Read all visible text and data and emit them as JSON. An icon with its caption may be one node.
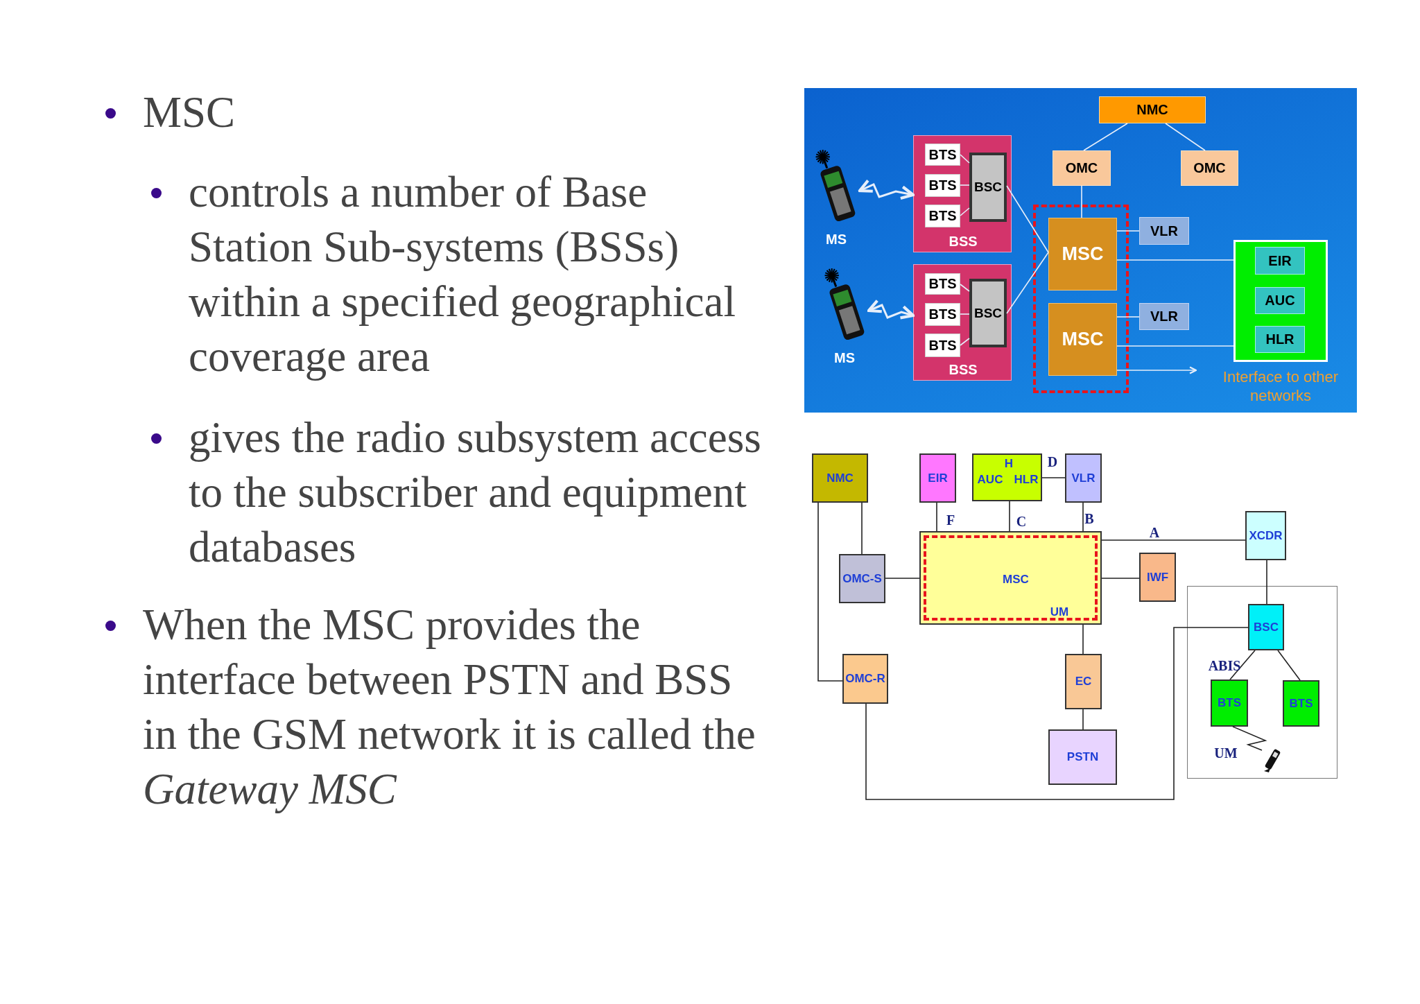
{
  "diagram": {
    "nodes": [
      {
        "text": [
          "NMC"
        ]
      },
      {
        "text": [
          "OMC"
        ]
      },
      {
        "text": [
          "OMC"
        ]
      },
      {
        "text": [
          "MS"
        ]
      },
      {
        "text": [
          "BSS"
        ]
      },
      {
        "text": [
          "BTS"
        ],
        "in": 4
      },
      {
        "text": [
          "BTS"
        ],
        "in": 4
      },
      {
        "text": [
          "BTS"
        ],
        "in": 4
      },
      {
        "text": [
          "BSC"
        ],
        "in": 4
      },
      {
        "text": [
          "MS"
        ]
      },
      {
        "text": [
          "BSS"
        ]
      },
      {
        "text": [
          "BTS"
        ],
        "in": 10
      },
      {
        "text": [
          "BTS"
        ],
        "in": 10
      },
      {
        "text": [
          "BTS"
        ],
        "in": 10
      },
      {
        "text": [
          "BSC"
        ],
        "in": 10
      },
      {
        "text": [],
        "shape": "box"
      },
      {
        "text": [
          "MSC"
        ],
        "in": 15
      },
      {
        "text": [
          "MSC"
        ],
        "in": 15
      },
      {
        "text": [
          "VLR"
        ]
      },
      {
        "text": [
          "VLR"
        ]
      },
      {
        "text": [],
        "shape": "box"
      },
      {
        "text": [
          "EIR"
        ],
        "in": 20
      },
      {
        "text": [
          "AUC"
        ],
        "in": 20
      },
      {
        "text": [
          "HLR"
        ],
        "in": 20
      },
      {
        "text": [
          "NMC"
        ]
      },
      {
        "text": [
          "EIR"
        ]
      },
      {
        "text": [
          "H",
          "AUC",
          "HLR"
        ]
      },
      {
        "text": [
          "VLR"
        ]
      },
      {
        "text": [
          "XCDR"
        ]
      },
      {
        "text": [
          "OMC-S"
        ]
      },
      {
        "text": [
          "MSC",
          "UM"
        ]
      },
      {
        "text": [
          "IWF"
        ]
      },
      {
        "text": [],
        "shape": "box"
      },
      {
        "text": [
          "BSC"
        ],
        "in": 32
      },
      {
        "text": [
          "BTS"
        ],
        "in": 32
      },
      {
        "text": [
          "BTS"
        ],
        "in": 32
      },
      {
        "text": [
          "OMC-R"
        ]
      },
      {
        "text": [
          "EC"
        ]
      },
      {
        "text": [
          "PSTN"
        ]
      },
      {
        "text": [],
        "shape": "phone",
        "in": 32
      }
    ],
    "edges": [
      {
        "from": 0,
        "to": 1,
        "arrow": "none"
      },
      {
        "from": 0,
        "to": 2,
        "arrow": "none"
      },
      {
        "from": 1,
        "to": 16,
        "arrow": "none"
      },
      {
        "from": 3,
        "to": 4,
        "arrow": "both"
      },
      {
        "from": 5,
        "to": 8,
        "arrow": "none"
      },
      {
        "from": 6,
        "to": 8,
        "arrow": "none"
      },
      {
        "from": 7,
        "to": 8,
        "arrow": "none"
      },
      {
        "from": 8,
        "to": 16,
        "arrow": "none"
      },
      {
        "from": 9,
        "to": 10,
        "arrow": "both"
      },
      {
        "from": 11,
        "to": 14,
        "arrow": "none"
      },
      {
        "from": 12,
        "to": 14,
        "arrow": "none"
      },
      {
        "from": 13,
        "to": 14,
        "arrow": "none"
      },
      {
        "from": 14,
        "to": 16,
        "arrow": "none"
      },
      {
        "from": 16,
        "to": 18,
        "arrow": "none"
      },
      {
        "from": 17,
        "to": 19,
        "arrow": "none"
      },
      {
        "from": 16,
        "to": 20,
        "arrow": "none"
      },
      {
        "from": 17,
        "to": 20,
        "arrow": "none"
      },
      {
        "from": 17,
        "to": null,
        "arrow": "to"
      },
      {
        "from": 24,
        "to": 29,
        "arrow": "none",
        "color": "#222222"
      },
      {
        "from": 24,
        "to": 36,
        "arrow": "none",
        "color": "#222222"
      },
      {
        "from": 25,
        "to": 30,
        "arrow": "none",
        "label": "F",
        "color": "#222222"
      },
      {
        "from": 26,
        "to": 30,
        "arrow": "none",
        "label": "C",
        "color": "#222222"
      },
      {
        "from": 27,
        "to": 30,
        "arrow": "none",
        "label": "B",
        "color": "#222222"
      },
      {
        "from": 26,
        "to": 27,
        "arrow": "none",
        "label": "D",
        "color": "#222222"
      },
      {
        "from": 30,
        "to": 28,
        "arrow": "none",
        "label": "A",
        "color": "#222222"
      },
      {
        "from": 29,
        "to": 30,
        "arrow": "none",
        "color": "#222222"
      },
      {
        "from": 30,
        "to": 31,
        "arrow": "none",
        "color": "#222222"
      },
      {
        "from": 30,
        "to": 37,
        "arrow": "none",
        "color": "#222222"
      },
      {
        "from": 37,
        "to": 38,
        "arrow": "none",
        "color": "#222222"
      },
      {
        "from": 28,
        "to": 33,
        "arrow": "none",
        "color": "#222222"
      },
      {
        "from": 33,
        "to": 34,
        "arrow": "none",
        "label": "ABIS",
        "color": "#222222"
      },
      {
        "from": 33,
        "to": 35,
        "arrow": "none",
        "color": "#222222"
      },
      {
        "from": 36,
        "to": 33,
        "arrow": "none",
        "color": "#222222"
      },
      {
        "from": 34,
        "to": 39,
        "arrow": "none",
        "label": "UM",
        "color": "#222222"
      }
    ],
    "labels": [
      "MSC",
      "controls a number of Base Station Sub-systems (BSSs) within a specified geographical coverage area",
      "gives the radio subsystem access to the subscriber and equipment databases",
      "When the MSC provides the interface between PSTN and BSS in the GSM network it is called the *Gateway MSC*",
      "Interface to other networks"
    ]
  }
}
